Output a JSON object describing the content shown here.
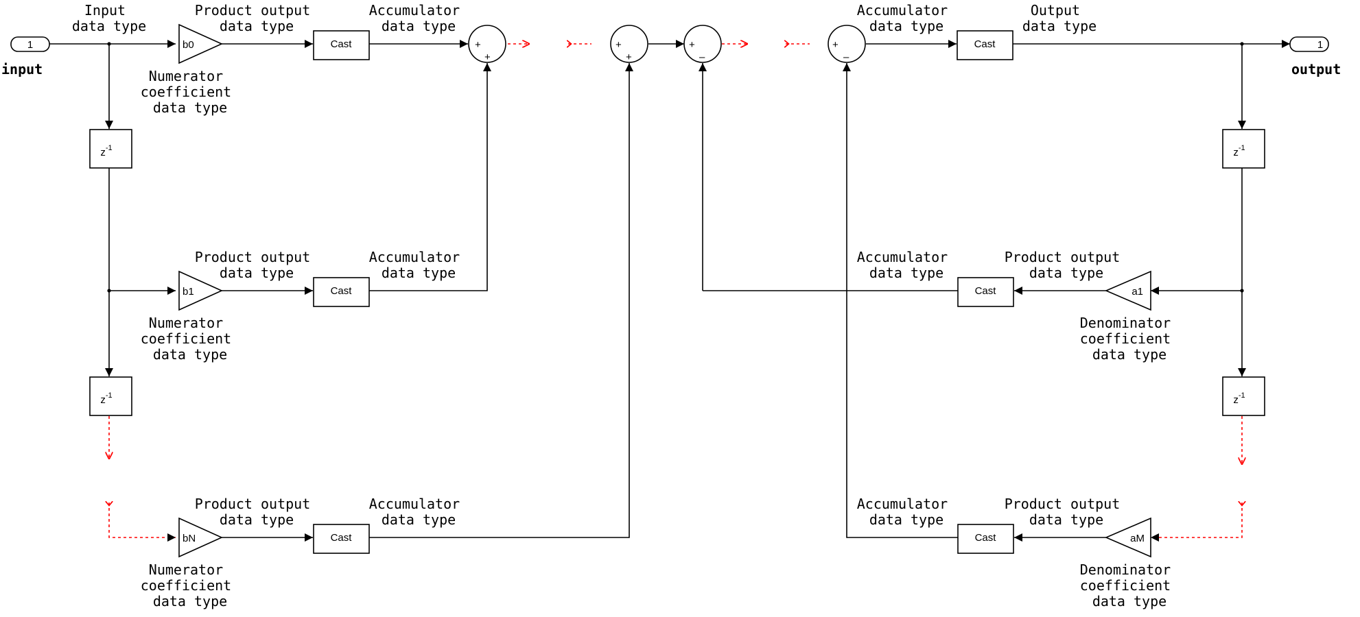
{
  "ports": {
    "input": {
      "number": "1",
      "label": "input"
    },
    "output": {
      "number": "1",
      "label": "output"
    }
  },
  "blocks": {
    "cast": "Cast",
    "delay": {
      "base": "z",
      "exponent": "-1"
    },
    "gains": {
      "b0": "b0",
      "b1": "b1",
      "bN": "bN",
      "a1": "a1",
      "aM": "aM"
    }
  },
  "labels": {
    "input_data_type": [
      "Input",
      "data type"
    ],
    "product_output_data_type": [
      "Product output",
      "data type"
    ],
    "accumulator_data_type": [
      "Accumulator",
      "data type"
    ],
    "output_data_type": [
      "Output",
      "data type"
    ],
    "numerator_coefficient_data_type": [
      "Numerator",
      "coefficient",
      "data type"
    ],
    "denominator_coefficient_data_type": [
      "Denominator",
      "coefficient",
      "data type"
    ]
  },
  "signs": {
    "plus": "+",
    "minus": "–"
  }
}
